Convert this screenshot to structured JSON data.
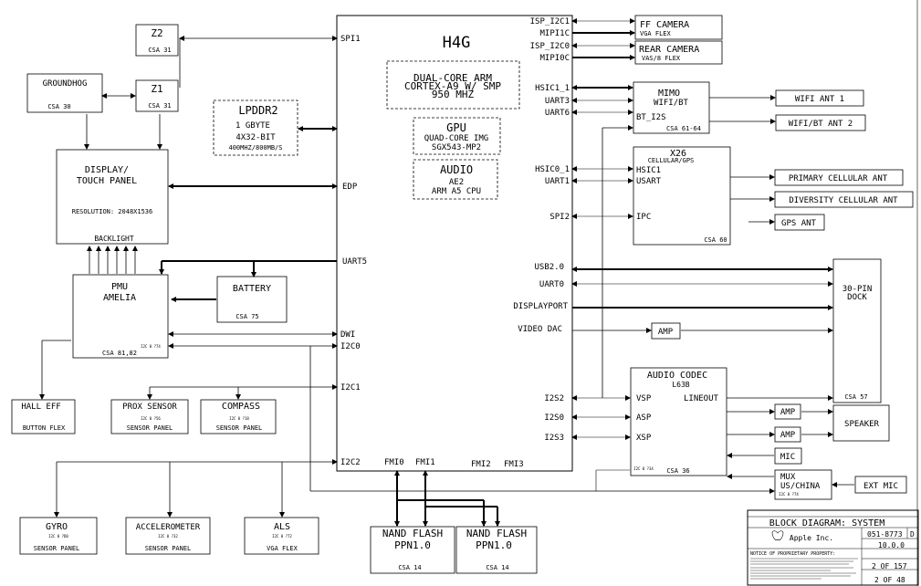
{
  "chip": {
    "title": "H4G",
    "cpu": [
      "DUAL-CORE ARM",
      "CORTEX-A9 W/ SMP",
      "950 MHZ"
    ],
    "gpu": [
      "GPU",
      "QUAD-CORE IMG",
      "SGX543-MP2"
    ],
    "audio": [
      "AUDIO",
      "AE2",
      "ARM A5 CPU"
    ],
    "ports_left": [
      "SPI1",
      "EDP",
      "UART5",
      "DWI",
      "I2C0",
      "I2C1",
      "I2C2"
    ],
    "ports_right": [
      "ISP_I2C1",
      "MIPI1C",
      "ISP_I2C0",
      "MIPI0C",
      "HSIC1_1",
      "UART3",
      "UART6",
      "HSIC0_1",
      "UART1",
      "SPI2",
      "USB2.0",
      "UART0",
      "DISPLAYPORT",
      "VIDEO DAC",
      "I2S2",
      "I2S0",
      "I2S3"
    ],
    "ports_bottom": [
      "FMI0",
      "FMI1",
      "FMI2",
      "FMI3"
    ]
  },
  "lpddr2": [
    "LPDDR2",
    "1 GBYTE",
    "4X32-BIT",
    "400MHZ/800MB/S"
  ],
  "z2": {
    "title": "Z2",
    "csa": "CSA 31"
  },
  "z1": {
    "title": "Z1",
    "csa": "CSA 31"
  },
  "groundhog": {
    "title": "GROUNDHOG",
    "csa": "CSA 30"
  },
  "display": {
    "title1": "DISPLAY/",
    "title2": "TOUCH PANEL",
    "resolution": "RESOLUTION: 2048X1536",
    "backlight": "BACKLIGHT"
  },
  "pmu": {
    "title1": "PMU",
    "title2": "AMELIA",
    "csa": "CSA 81,82",
    "addr": "I2C 0 ?74"
  },
  "battery": {
    "title": "BATTERY",
    "csa": "CSA 75"
  },
  "hall": {
    "title": "HALL EFF",
    "sub": "BUTTON FLEX"
  },
  "prox": {
    "title": "PROX SENSOR",
    "addr": "I2C 0 ?56",
    "sub": "SENSOR PANEL"
  },
  "compass": {
    "title": "COMPASS",
    "addr": "I2C 0 ?18",
    "sub": "SENSOR PANEL"
  },
  "gyro": {
    "title": "GYRO",
    "addr": "I2C 0 ?D0",
    "sub": "SENSOR PANEL"
  },
  "accel": {
    "title": "ACCELEROMETER",
    "addr": "I2C 0 ?32",
    "sub": "SENSOR PANEL"
  },
  "als": {
    "title": "ALS",
    "addr": "I2C 0 ?72",
    "sub": "VGA FLEX"
  },
  "nand1": {
    "title1": "NAND FLASH",
    "title2": "PPN1.0",
    "csa": "CSA 14"
  },
  "nand2": {
    "title1": "NAND FLASH",
    "title2": "PPN1.0",
    "csa": "CSA 14"
  },
  "ffcam": {
    "title": "FF CAMERA",
    "sub": "VGA FLEX"
  },
  "rearcam": {
    "title": "REAR CAMERA",
    "sub": "VAS/8 FLEX"
  },
  "mimo": {
    "title1": "MIMO",
    "title2": "WIFI/BT",
    "port": "BT_I2S",
    "csa": "CSA 61-64"
  },
  "wifi1": "WIFI ANT 1",
  "wifi2": "WIFI/BT ANT 2",
  "x26": {
    "title": "X26",
    "sub": "CELLULAR/GPS",
    "ports": [
      "HSIC1",
      "USART",
      "IPC"
    ],
    "csa": "CSA 60"
  },
  "pcell": "PRIMARY CELLULAR ANT",
  "dcell": "DIVERSITY CELLULAR ANT",
  "gps": "GPS ANT",
  "dock": {
    "title1": "30-PIN",
    "title2": "DOCK",
    "csa": "CSA 57"
  },
  "amp_video": "AMP",
  "codec": {
    "title": "AUDIO CODEC",
    "part": "L63B",
    "ports": [
      "VSP",
      "ASP",
      "XSP"
    ],
    "lineout": "LINEOUT",
    "csa": "CSA 36",
    "addr": "I2C 0 ?34"
  },
  "amp1": "AMP",
  "amp2": "AMP",
  "speaker": "SPEAKER",
  "mic": "MIC",
  "mux": {
    "title1": "MUX",
    "title2": "US/CHINA",
    "addr": "I2C 0 ?74"
  },
  "extmic": "EXT MIC",
  "titleblock": {
    "drawing_title": "BLOCK DIAGRAM: SYSTEM",
    "company": "Apple Inc.",
    "dwg_no": "051-8773",
    "rev_letter": "D",
    "revision": "10.0.0",
    "sheet1": "2 OF 157",
    "sheet2": "2 OF 48",
    "notice_title": "NOTICE OF PROPRIETARY PROPERTY:"
  }
}
